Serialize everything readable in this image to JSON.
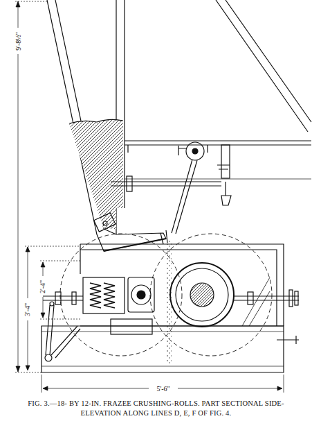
{
  "diagram": {
    "caption": "FIG. 3.—18- BY 12-IN. FRAZEE CRUSHING-ROLLS. PART SECTIONAL SIDE-ELEVATION ALONG LINES D, E, F OF FIG. 4.",
    "labels": [
      "9'-8½\"",
      "3'-4\"",
      "2'-4\"",
      "5'-6\""
    ]
  }
}
